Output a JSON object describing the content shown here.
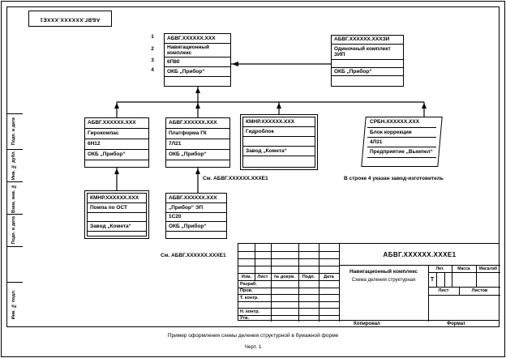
{
  "colors": {
    "ink": "#000000",
    "paper": "#ffffff"
  },
  "figure": {
    "caption": "Пример оформления схемы деления структурной в бумажной форме",
    "figure_label": "Черт. 1"
  },
  "frame": {
    "corner_designation": "АБВГ.XXXXXX.XXXЕ1",
    "margin_labels": [
      "Подп. и дата",
      "Инв. № дубл.",
      "Взам. инв. №",
      "Подп. и дата",
      "Инв. № подл."
    ]
  },
  "scheme": {
    "root": {
      "row_numbers": [
        "1",
        "2",
        "3",
        "4"
      ],
      "rows": [
        "АБВГ.XXXXXX.XXX",
        "Навигационный комплекс",
        "6П80",
        "ОКБ „Прибор“",
        ""
      ]
    },
    "zip": {
      "rows": [
        "АБВГ.XXXXXX.XXXЗИ",
        "Одиночный комплект ЗИП",
        "",
        "ОКБ „Прибор“",
        ""
      ]
    },
    "gyrocompass": {
      "rows": [
        "АБВГ.XXXXXX.XXX",
        "Гирокомпас",
        "6Н12",
        "ОКБ „Прибор“",
        ""
      ]
    },
    "platform": {
      "rows": [
        "АБВГ.XXXXXX.XXX",
        "Платформа ГК",
        "7Л21",
        "ОКБ „Прибор“",
        ""
      ]
    },
    "hydroblock": {
      "rows": [
        "КМНР.XXXXXX.XXX",
        "Гидроблок",
        "",
        "Завод „Комета“",
        ""
      ]
    },
    "correction": {
      "rows": [
        "СРБН.XXXXXX.XXX",
        "Блок коррекции",
        "4Л31",
        "Предприятие „Вымпел“",
        ""
      ]
    },
    "pump": {
      "rows": [
        "КМНР.XXXXXX.XXX",
        "Помпа по ОСТ",
        "",
        "Завод „Комета“",
        ""
      ]
    },
    "ep": {
      "rows": [
        "АБВГ.XXXXXX.XXX",
        "„Прибор“ ЭП",
        "1С20",
        "ОКБ „Прибор“",
        ""
      ]
    },
    "annotations": {
      "see_ref_mid": "См. АБВГ.XXXXXX.XXXЕ1",
      "see_ref_bottom": "См. АБВГ.XXXXXX.XXXЕ1",
      "note_line4": "В строке 4 указан завод-изготовитель"
    }
  },
  "title_block": {
    "designation": "АБВГ.XXXXXX.XXXЕ1",
    "name_line1": "Навигационный комплекс",
    "name_line2": "Схема деления структурная",
    "columns": [
      "Изм.",
      "Лист",
      "№ докум.",
      "Подп.",
      "Дата"
    ],
    "signature_rows": [
      "Разраб.",
      "Пров.",
      "Т. контр.",
      "Н. контр.",
      "Утв."
    ],
    "lit_label": "Лит.",
    "mass_label": "Масса",
    "scale_label": "Масштаб",
    "lit_value": "Т",
    "sheet_label": "Лист",
    "sheets_label": "Листов",
    "copied_label": "Копировал",
    "format_label": "Формат"
  }
}
